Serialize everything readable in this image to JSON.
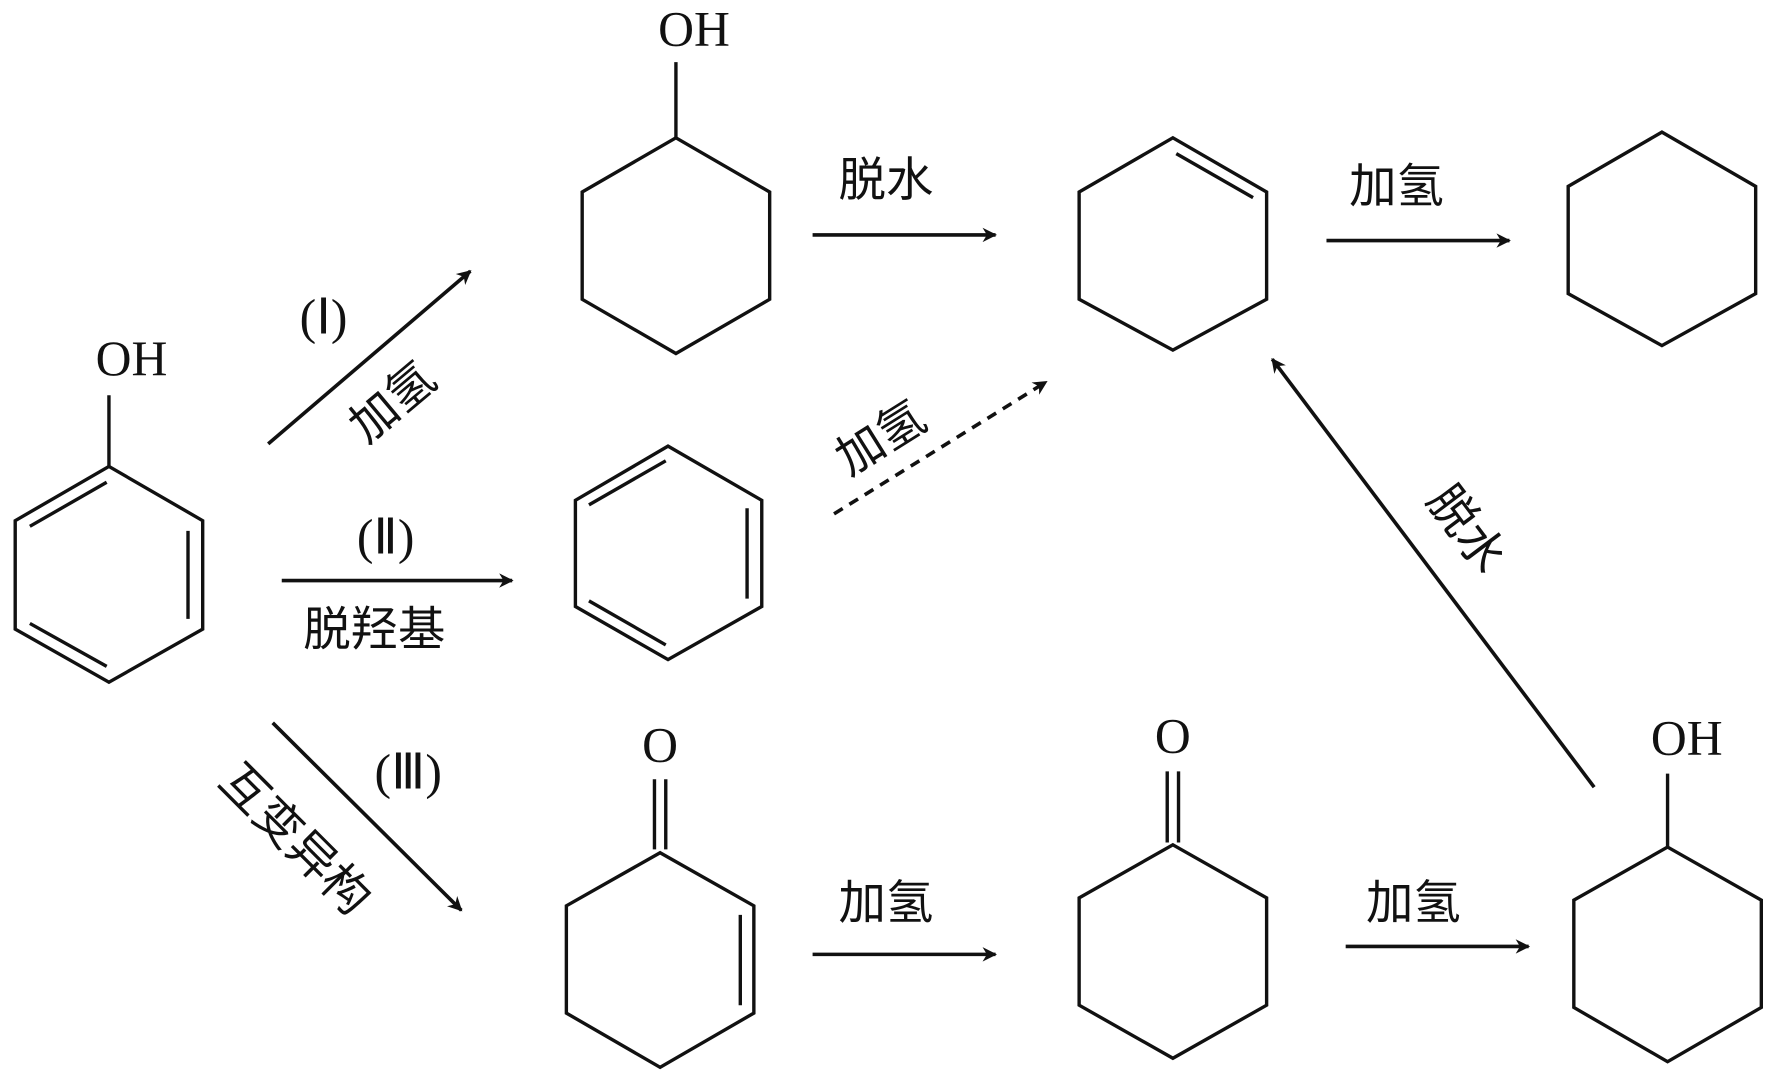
{
  "molecules": {
    "phenol_oh": "OH",
    "cyclohexanol_top_oh": "OH",
    "cyclohexenone_o": "O",
    "cyclohexanone_o": "O",
    "cyclohexanol_bottom_oh": "OH"
  },
  "routes": {
    "route1": {
      "number": "(Ⅰ)",
      "label": "加氢"
    },
    "route2": {
      "number": "(Ⅱ)",
      "label": "脱羟基"
    },
    "route3": {
      "number": "(Ⅲ)",
      "label": "互变异构"
    }
  },
  "steps": {
    "dehydrate_top": "脱水",
    "hydrogenate_top": "加氢",
    "hydrogenate_dashed": "加氢",
    "hydrogenate_bottom1": "加氢",
    "hydrogenate_bottom2": "加氢",
    "dehydrate_diag": "脱水"
  },
  "colors": {
    "ink": "#111111"
  }
}
